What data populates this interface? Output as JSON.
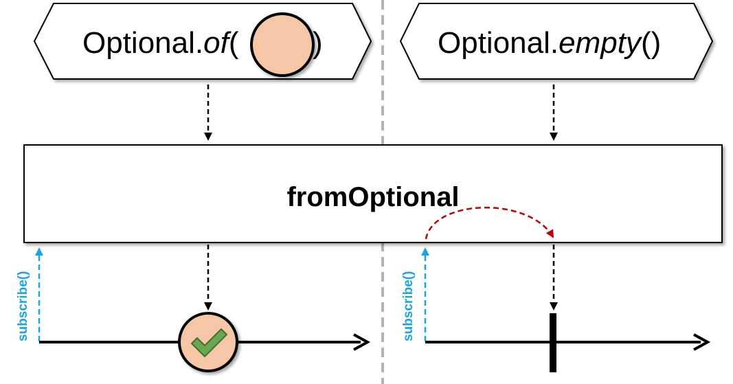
{
  "left_source": {
    "prefix": "Optional.",
    "method": "of",
    "open_paren": "(",
    "close_paren": ")"
  },
  "right_source": {
    "prefix": "Optional.",
    "method": "empty",
    "parens": "()"
  },
  "operator": {
    "label": "fromOptional"
  },
  "subscribe": {
    "left_label": "subscribe()",
    "right_label": "subscribe()"
  },
  "colors": {
    "item_fill": "#f6c7a6",
    "check_fill": "#6aa84f",
    "subscribe_color": "#1aa3e8",
    "redirect_arrow_color": "#c00000",
    "divider_color": "#b3b3b3"
  },
  "icons": {
    "completion_marker": "check-icon",
    "termination_marker": "terminal-bar"
  }
}
